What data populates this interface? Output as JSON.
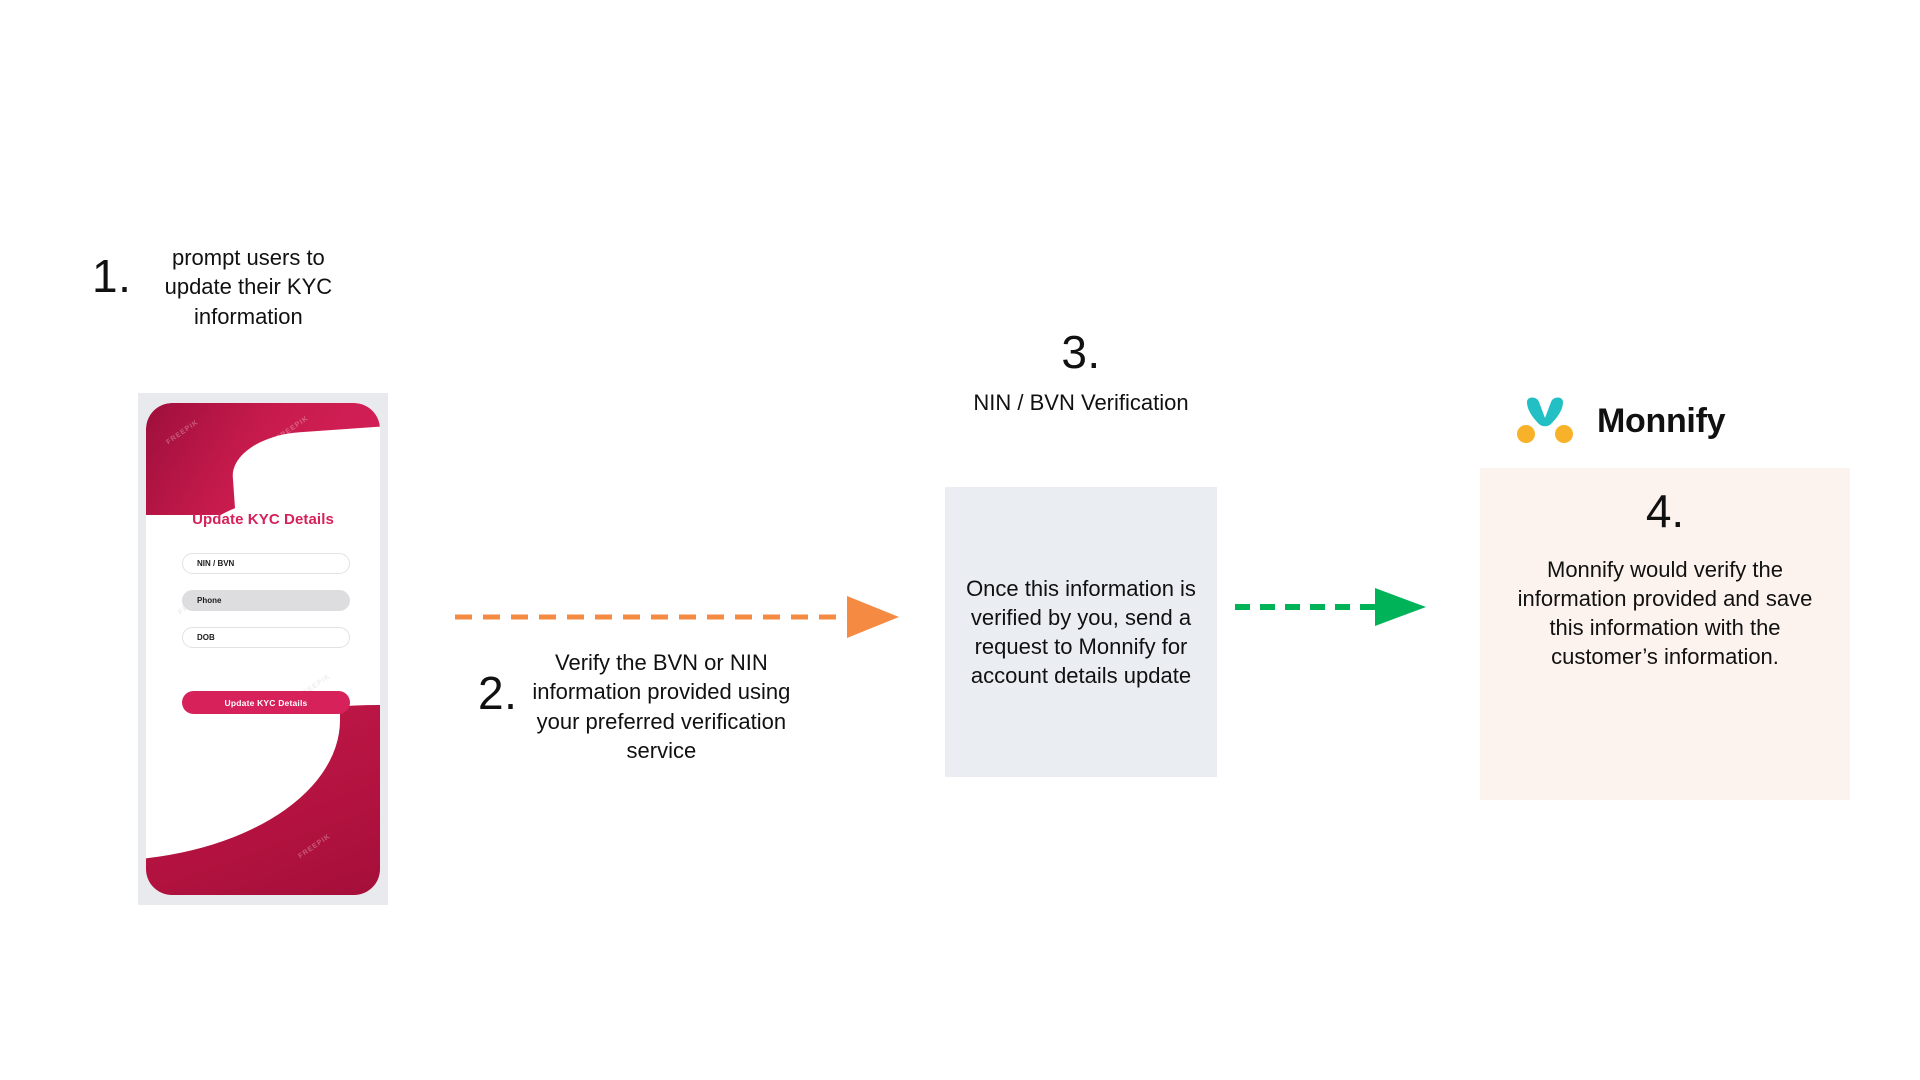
{
  "steps": {
    "one": {
      "number": "1.",
      "text": "prompt users to update their KYC information"
    },
    "two": {
      "number": "2.",
      "text": "Verify the BVN or NIN information provided using your preferred verification service"
    },
    "three": {
      "number": "3.",
      "caption": "NIN / BVN Verification",
      "box_text": "Once this information is verified by you, send a request to Monnify for account details update"
    },
    "four": {
      "number": "4.",
      "text": "Monnify would verify the information provided and save this information with the customer’s information."
    }
  },
  "phone": {
    "screen_title": "Update KYC Details",
    "fields": [
      {
        "label": "NIN / BVN"
      },
      {
        "label": "Phone"
      },
      {
        "label": "DOB"
      }
    ],
    "submit_label": "Update KYC Details",
    "watermark": "FREEPIK"
  },
  "brand": {
    "name": "Monnify",
    "logo_icon": "monnify-logo-icon",
    "logo_teal": "#22bfc4",
    "logo_orange": "#f7b22a"
  },
  "arrows": {
    "orange": {
      "icon": "arrow-right-icon",
      "color": "#f58a43",
      "style": "dashed"
    },
    "green": {
      "icon": "arrow-right-icon",
      "color": "#00b359",
      "style": "dashed"
    }
  },
  "colors": {
    "brand_red": "#d6215a",
    "brand_red_dark": "#9e0f3c",
    "step3_box_bg": "#eaeef2",
    "step4_box_bg": "#fdf3ee",
    "phone_frame": "#e9eaed",
    "text": "#111111"
  }
}
